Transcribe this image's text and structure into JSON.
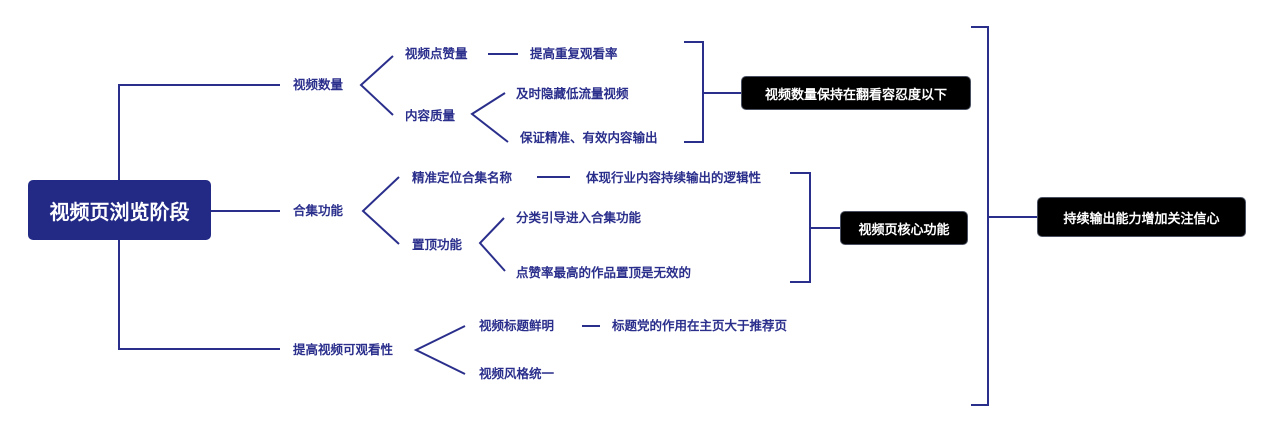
{
  "diagram": {
    "root": "视频页浏览阶段",
    "branches": [
      {
        "label": "视频数量",
        "children": [
          {
            "label": "视频点赞量",
            "children": [
              "提高重复观看率"
            ]
          },
          {
            "label": "内容质量",
            "children": [
              "及时隐藏低流量视频",
              "保证精准、有效内容输出"
            ]
          }
        ],
        "summary": "视频数量保持在翻看容忍度以下"
      },
      {
        "label": "合集功能",
        "children": [
          {
            "label": "精准定位合集名称",
            "children": [
              "体现行业内容持续输出的逻辑性"
            ]
          },
          {
            "label": "置顶功能",
            "children": [
              "分类引导进入合集功能",
              "点赞率最高的作品置顶是无效的"
            ]
          }
        ],
        "summary": "视频页核心功能"
      },
      {
        "label": "提高视频可观看性",
        "children": [
          {
            "label": "视频标题鲜明",
            "children": [
              "标题党的作用在主页大于推荐页"
            ]
          },
          {
            "label": "视频风格统一",
            "children": []
          }
        ]
      }
    ],
    "overall_summary": "持续输出能力增加关注信心"
  },
  "colors": {
    "line": "#2b2f8c",
    "root_fill": "#232a85",
    "summary_fill": "#000000",
    "text": "#2b2f8c"
  }
}
